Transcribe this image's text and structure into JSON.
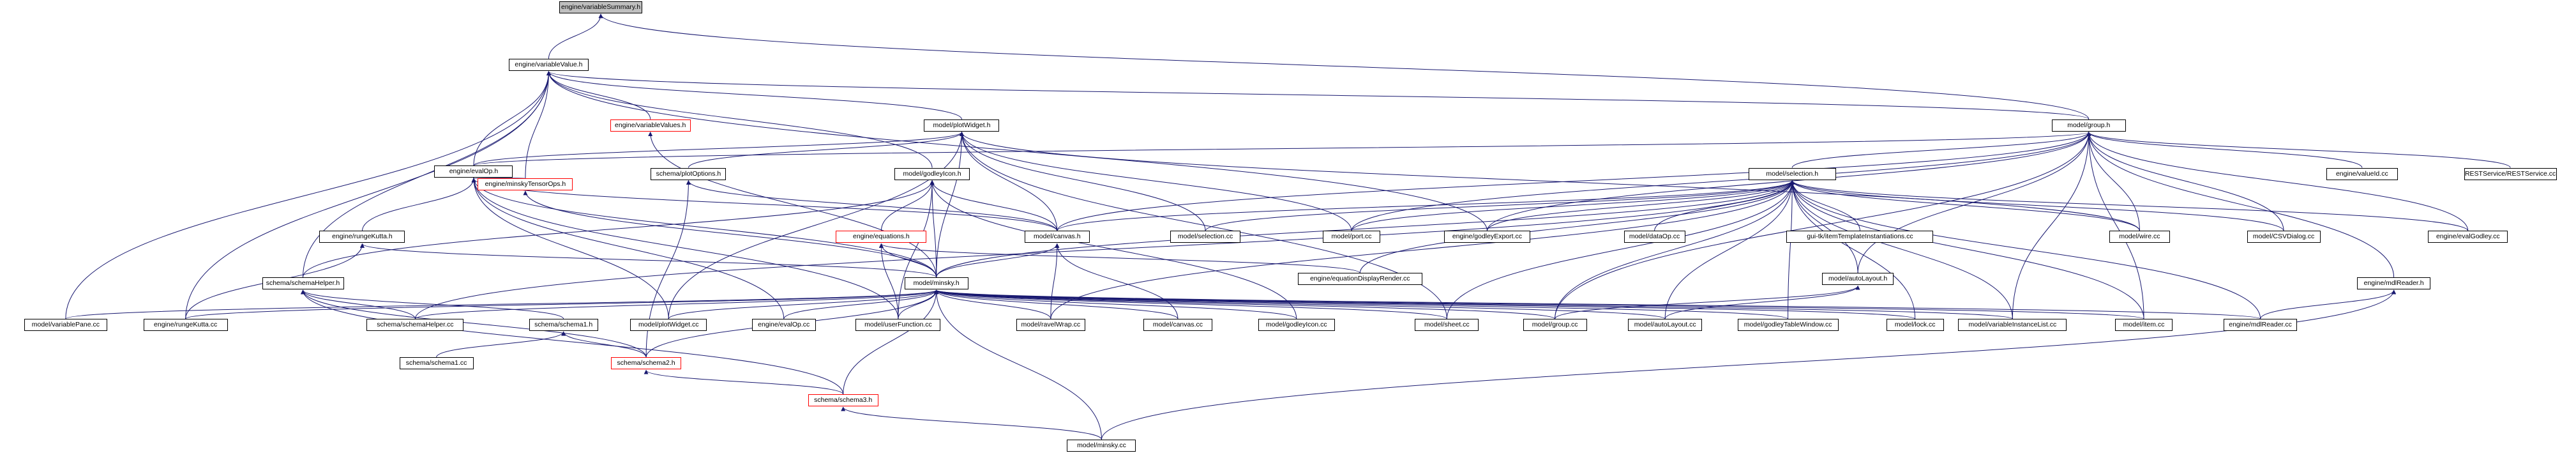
{
  "colors": {
    "edge": "#191970",
    "border": "#000000",
    "border_incomplete": "#ff0000",
    "root_fill": "#bfbfbf"
  },
  "nodes": [
    {
      "id": "vs",
      "label": "engine/variableSummary.h",
      "style": "root"
    },
    {
      "id": "vv",
      "label": "engine/variableValue.h",
      "style": "normal"
    },
    {
      "id": "vvs",
      "label": "engine/variableValues.h",
      "style": "red"
    },
    {
      "id": "pw",
      "label": "model/plotWidget.h",
      "style": "normal"
    },
    {
      "id": "grp",
      "label": "model/group.h",
      "style": "normal"
    },
    {
      "id": "eo",
      "label": "engine/evalOp.h",
      "style": "normal"
    },
    {
      "id": "mto",
      "label": "engine/minskyTensorOps.h",
      "style": "red"
    },
    {
      "id": "spo",
      "label": "schema/plotOptions.h",
      "style": "normal"
    },
    {
      "id": "gi",
      "label": "model/godleyIcon.h",
      "style": "normal"
    },
    {
      "id": "sel",
      "label": "model/selection.h",
      "style": "normal"
    },
    {
      "id": "vid",
      "label": "engine/valueId.cc",
      "style": "normal"
    },
    {
      "id": "rest",
      "label": "RESTService/RESTService.cc",
      "style": "normal"
    },
    {
      "id": "rk",
      "label": "engine/rungeKutta.h",
      "style": "normal"
    },
    {
      "id": "eq",
      "label": "engine/equations.h",
      "style": "red"
    },
    {
      "id": "cnv",
      "label": "model/canvas.h",
      "style": "normal"
    },
    {
      "id": "selcc",
      "label": "model/selection.cc",
      "style": "normal"
    },
    {
      "id": "port",
      "label": "model/port.cc",
      "style": "normal"
    },
    {
      "id": "ge",
      "label": "engine/godleyExport.cc",
      "style": "normal"
    },
    {
      "id": "dop",
      "label": "model/dataOp.cc",
      "style": "normal"
    },
    {
      "id": "guitk",
      "label": "gui-tk/itemTemplateInstantiations.cc",
      "style": "normal"
    },
    {
      "id": "wire",
      "label": "model/wire.cc",
      "style": "normal"
    },
    {
      "id": "csv",
      "label": "model/CSVDialog.cc",
      "style": "normal"
    },
    {
      "id": "egod",
      "label": "engine/evalGodley.cc",
      "style": "normal"
    },
    {
      "id": "edr",
      "label": "engine/equationDisplayRender.cc",
      "style": "normal"
    },
    {
      "id": "sh",
      "label": "schema/schemaHelper.h",
      "style": "normal"
    },
    {
      "id": "mm",
      "label": "model/minsky.h",
      "style": "normal"
    },
    {
      "id": "al",
      "label": "model/autoLayout.h",
      "style": "normal"
    },
    {
      "id": "mdl",
      "label": "engine/mdlReader.h",
      "style": "normal"
    },
    {
      "id": "vp",
      "label": "model/variablePane.cc",
      "style": "normal"
    },
    {
      "id": "rkcc",
      "label": "engine/rungeKutta.cc",
      "style": "normal"
    },
    {
      "id": "shcc",
      "label": "schema/schemaHelper.cc",
      "style": "normal"
    },
    {
      "id": "s1h",
      "label": "schema/schema1.h",
      "style": "normal"
    },
    {
      "id": "pwcc",
      "label": "model/plotWidget.cc",
      "style": "normal"
    },
    {
      "id": "eocc",
      "label": "engine/evalOp.cc",
      "style": "normal"
    },
    {
      "id": "uf",
      "label": "model/userFunction.cc",
      "style": "normal"
    },
    {
      "id": "rw",
      "label": "model/ravelWrap.cc",
      "style": "normal"
    },
    {
      "id": "cnvcc",
      "label": "model/canvas.cc",
      "style": "normal"
    },
    {
      "id": "gicc",
      "label": "model/godleyIcon.cc",
      "style": "normal"
    },
    {
      "id": "shtcc",
      "label": "model/sheet.cc",
      "style": "normal"
    },
    {
      "id": "grpcc",
      "label": "model/group.cc",
      "style": "normal"
    },
    {
      "id": "alcc",
      "label": "model/autoLayout.cc",
      "style": "normal"
    },
    {
      "id": "gtw",
      "label": "model/godleyTableWindow.cc",
      "style": "normal"
    },
    {
      "id": "lock",
      "label": "model/lock.cc",
      "style": "normal"
    },
    {
      "id": "vil",
      "label": "model/variableInstanceList.cc",
      "style": "normal"
    },
    {
      "id": "itm",
      "label": "model/item.cc",
      "style": "normal"
    },
    {
      "id": "mdlcc",
      "label": "engine/mdlReader.cc",
      "style": "normal"
    },
    {
      "id": "s1cc",
      "label": "schema/schema1.cc",
      "style": "normal"
    },
    {
      "id": "s2h",
      "label": "schema/schema2.h",
      "style": "red"
    },
    {
      "id": "s3h",
      "label": "schema/schema3.h",
      "style": "red"
    },
    {
      "id": "mmcc",
      "label": "model/minsky.cc",
      "style": "normal"
    }
  ],
  "edges": [
    [
      "vs",
      "vv"
    ],
    [
      "vs",
      "grp"
    ],
    [
      "vv",
      "vvs"
    ],
    [
      "vv",
      "pw"
    ],
    [
      "vv",
      "eo"
    ],
    [
      "vv",
      "mto"
    ],
    [
      "vv",
      "gi"
    ],
    [
      "vv",
      "grp"
    ],
    [
      "vv",
      "ge"
    ],
    [
      "vv",
      "sh"
    ],
    [
      "vv",
      "vp"
    ],
    [
      "vv",
      "rkcc"
    ],
    [
      "vvs",
      "mm"
    ],
    [
      "pw",
      "spo"
    ],
    [
      "pw",
      "eo"
    ],
    [
      "pw",
      "cnv"
    ],
    [
      "pw",
      "selcc"
    ],
    [
      "pw",
      "port"
    ],
    [
      "pw",
      "mm"
    ],
    [
      "pw",
      "shtcc"
    ],
    [
      "pw",
      "wire"
    ],
    [
      "pw",
      "pwcc"
    ],
    [
      "grp",
      "sel"
    ],
    [
      "grp",
      "vid"
    ],
    [
      "grp",
      "rest"
    ],
    [
      "grp",
      "eo"
    ],
    [
      "grp",
      "cnv"
    ],
    [
      "grp",
      "port"
    ],
    [
      "grp",
      "ge"
    ],
    [
      "grp",
      "wire"
    ],
    [
      "grp",
      "csv"
    ],
    [
      "grp",
      "egod"
    ],
    [
      "grp",
      "mdl"
    ],
    [
      "grp",
      "al"
    ],
    [
      "grp",
      "vil"
    ],
    [
      "grp",
      "itm"
    ],
    [
      "grp",
      "grpcc"
    ],
    [
      "eo",
      "rk"
    ],
    [
      "eo",
      "mto"
    ],
    [
      "eo",
      "cnv"
    ],
    [
      "eo",
      "mm"
    ],
    [
      "eo",
      "eocc"
    ],
    [
      "eo",
      "uf"
    ],
    [
      "eo",
      "pwcc"
    ],
    [
      "mto",
      "mm"
    ],
    [
      "spo",
      "s2h"
    ],
    [
      "spo",
      "cnv"
    ],
    [
      "gi",
      "eq"
    ],
    [
      "gi",
      "cnv"
    ],
    [
      "gi",
      "mm"
    ],
    [
      "gi",
      "gicc"
    ],
    [
      "gi",
      "uf"
    ],
    [
      "gi",
      "sh"
    ],
    [
      "sel",
      "cnv"
    ],
    [
      "sel",
      "selcc"
    ],
    [
      "sel",
      "port"
    ],
    [
      "sel",
      "ge"
    ],
    [
      "sel",
      "dop"
    ],
    [
      "sel",
      "guitk"
    ],
    [
      "sel",
      "wire"
    ],
    [
      "sel",
      "csv"
    ],
    [
      "sel",
      "egod"
    ],
    [
      "sel",
      "edr"
    ],
    [
      "sel",
      "al"
    ],
    [
      "sel",
      "grpcc"
    ],
    [
      "sel",
      "alcc"
    ],
    [
      "sel",
      "gtw"
    ],
    [
      "sel",
      "lock"
    ],
    [
      "sel",
      "vil"
    ],
    [
      "sel",
      "itm"
    ],
    [
      "sel",
      "mdlcc"
    ],
    [
      "sel",
      "shtcc"
    ],
    [
      "sel",
      "mm"
    ],
    [
      "sel",
      "shcc"
    ],
    [
      "sel",
      "rw"
    ],
    [
      "rk",
      "mm"
    ],
    [
      "rk",
      "rkcc"
    ],
    [
      "eq",
      "mm"
    ],
    [
      "eq",
      "edr"
    ],
    [
      "eq",
      "uf"
    ],
    [
      "cnv",
      "mm"
    ],
    [
      "cnv",
      "cnvcc"
    ],
    [
      "cnv",
      "rw"
    ],
    [
      "sh",
      "shcc"
    ],
    [
      "sh",
      "s1h"
    ],
    [
      "sh",
      "s2h"
    ],
    [
      "sh",
      "s3h"
    ],
    [
      "mm",
      "vp"
    ],
    [
      "mm",
      "rkcc"
    ],
    [
      "mm",
      "shcc"
    ],
    [
      "mm",
      "pwcc"
    ],
    [
      "mm",
      "eocc"
    ],
    [
      "mm",
      "uf"
    ],
    [
      "mm",
      "rw"
    ],
    [
      "mm",
      "cnvcc"
    ],
    [
      "mm",
      "gicc"
    ],
    [
      "mm",
      "shtcc"
    ],
    [
      "mm",
      "grpcc"
    ],
    [
      "mm",
      "alcc"
    ],
    [
      "mm",
      "gtw"
    ],
    [
      "mm",
      "lock"
    ],
    [
      "mm",
      "vil"
    ],
    [
      "mm",
      "itm"
    ],
    [
      "mm",
      "mdlcc"
    ],
    [
      "mm",
      "s2h"
    ],
    [
      "mm",
      "s3h"
    ],
    [
      "mm",
      "mmcc"
    ],
    [
      "al",
      "alcc"
    ],
    [
      "al",
      "grpcc"
    ],
    [
      "mdl",
      "mdlcc"
    ],
    [
      "mdl",
      "mmcc"
    ],
    [
      "s1h",
      "s1cc"
    ],
    [
      "s1h",
      "s2h"
    ],
    [
      "s2h",
      "s3h"
    ],
    [
      "s3h",
      "mmcc"
    ]
  ]
}
